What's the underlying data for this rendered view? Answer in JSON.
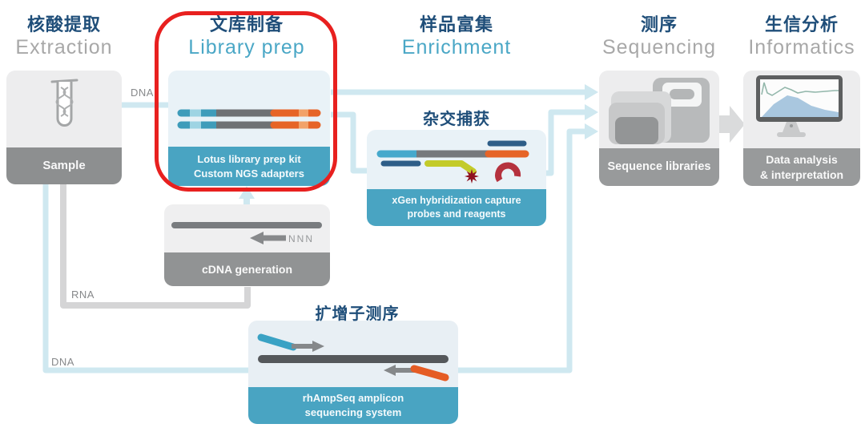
{
  "stages": [
    {
      "zh": "核酸提取",
      "en": "Extraction"
    },
    {
      "zh": "文库制备",
      "en": "Library prep"
    },
    {
      "zh": "样品富集",
      "en": "Enrichment"
    },
    {
      "zh": "测序",
      "en": "Sequencing"
    },
    {
      "zh": "生信分析",
      "en": "Informatics"
    }
  ],
  "sub_labels": {
    "hybrid_capture": "杂交捕获",
    "amplicon_seq": "扩增子测序"
  },
  "connector_labels": {
    "dna_top": "DNA",
    "rna": "RNA",
    "dna_bottom": "DNA"
  },
  "cards": {
    "sample": {
      "caption": "Sample"
    },
    "library_prep": {
      "line1": "Lotus library prep kit",
      "line2": "Custom NGS adapters"
    },
    "hybrid_capture": {
      "line1": "xGen hybridization capture",
      "line2": "probes and reagents"
    },
    "cdna": {
      "caption": "cDNA generation",
      "strand_label": "NNN"
    },
    "amplicon": {
      "line1": "rhAmpSeq amplicon",
      "line2": "sequencing system"
    },
    "sequencing": {
      "caption": "Sequence libraries"
    },
    "informatics": {
      "line1": "Data analysis",
      "line2": "& interpretation"
    }
  },
  "colors": {
    "navy_title": "#1f4e79",
    "teal_title": "#4aa7c6",
    "gray_title": "#a8a8a8",
    "teal_footer": "#49a4c2",
    "gray_footer": "#909293",
    "line_blue": "#cfe8f0",
    "line_gray": "#d5d5d6",
    "highlight_red": "#e8201f",
    "strand_teal": "#3e9cba",
    "strand_orange": "#e66427",
    "probe_olive": "#c3cb2a",
    "magnet_red": "#b5323e"
  }
}
